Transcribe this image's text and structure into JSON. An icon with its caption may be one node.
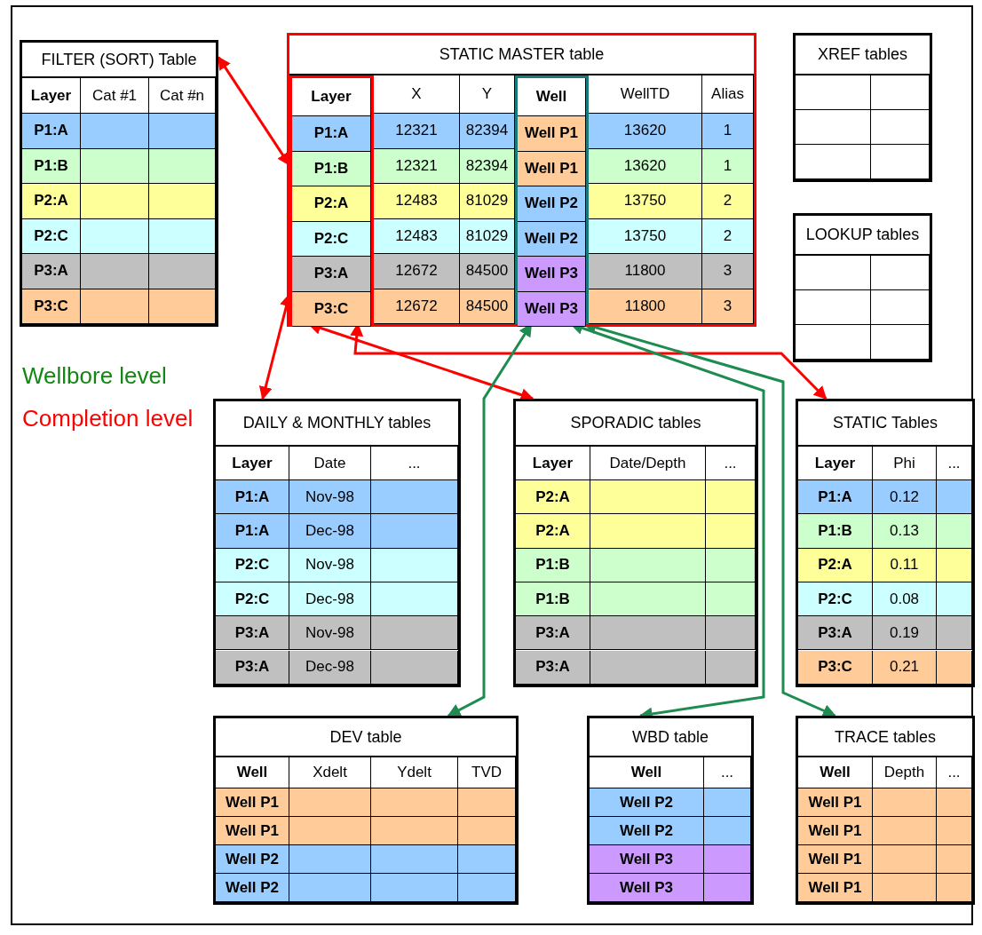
{
  "diagram": {
    "nodes": [
      {
        "text": [
          "FILTER (SORT) Table",
          "Layer",
          "Cat #1",
          "Cat #n",
          "P1:A",
          "P1:B",
          "P2:A",
          "P2:C",
          "P3:A",
          "P3:C"
        ]
      },
      {
        "text": [
          "STATIC MASTER table",
          "X",
          "Y",
          "WellTD",
          "Alias",
          "12321",
          "82394",
          "13620",
          "1",
          "12321",
          "82394",
          "13620",
          "1",
          "12483",
          "81029",
          "13750",
          "2",
          "12483",
          "81029",
          "13750",
          "2",
          "12672",
          "84500",
          "11800",
          "3",
          "12672",
          "84500",
          "11800",
          "3"
        ]
      },
      {
        "text": [
          "Layer",
          "P1:A",
          "P1:B",
          "P2:A",
          "P2:C",
          "P3:A",
          "P3:C"
        ],
        "in": 1
      },
      {
        "text": [
          "Well",
          "Well P1",
          "Well P1",
          "Well P2",
          "Well P2",
          "Well P3",
          "Well P3"
        ],
        "in": 1
      },
      {
        "text": [
          "XREF tables"
        ]
      },
      {
        "text": [
          "LOOKUP tables"
        ]
      },
      {
        "text": [
          "DAILY & MONTHLY tables",
          "Layer",
          "Date",
          "...",
          "P1:A",
          "Nov-98",
          "P1:A",
          "Dec-98",
          "P2:C",
          "Nov-98",
          "P2:C",
          "Dec-98",
          "P3:A",
          "Nov-98",
          "P3:A",
          "Dec-98"
        ]
      },
      {
        "text": [
          "SPORADIC tables",
          "Layer",
          "Date/Depth",
          "...",
          "P2:A",
          "P2:A",
          "P1:B",
          "P1:B",
          "P3:A",
          "P3:A"
        ]
      },
      {
        "text": [
          "STATIC Tables",
          "Layer",
          "Phi",
          "...",
          "P1:A",
          "0.12",
          "P1:B",
          "0.13",
          "P2:A",
          "0.11",
          "P2:C",
          "0.08",
          "P3:A",
          "0.19",
          "P3:C",
          "0.21"
        ]
      },
      {
        "text": [
          "DEV table",
          "Well",
          "Xdelt",
          "Ydelt",
          "TVD",
          "Well P1",
          "Well P1",
          "Well P2",
          "Well P2"
        ]
      },
      {
        "text": [
          "WBD table",
          "Well",
          "...",
          "Well P2",
          "Well P2",
          "Well P3",
          "Well P3"
        ]
      },
      {
        "text": [
          "TRACE tables",
          "Well",
          "Depth",
          "...",
          "Well P1",
          "Well P1",
          "Well P1",
          "Well P1"
        ]
      }
    ],
    "edges": [
      {
        "from": 2,
        "to": 0,
        "arrow": "both"
      },
      {
        "from": 2,
        "to": 6,
        "arrow": "both"
      },
      {
        "from": 2,
        "to": 7,
        "arrow": "both"
      },
      {
        "from": 2,
        "to": 8,
        "arrow": "both"
      },
      {
        "from": 3,
        "to": 9,
        "arrow": "both",
        "color": "#1e8c50"
      },
      {
        "from": 3,
        "to": 10,
        "arrow": "both",
        "color": "#1e8c50"
      },
      {
        "from": 3,
        "to": 11,
        "arrow": "both",
        "color": "#1e8c50"
      }
    ],
    "legend": [
      {
        "text": "Wellbore level",
        "color": "#138613"
      },
      {
        "text": "Completion level",
        "color": "#ff0000"
      }
    ]
  }
}
